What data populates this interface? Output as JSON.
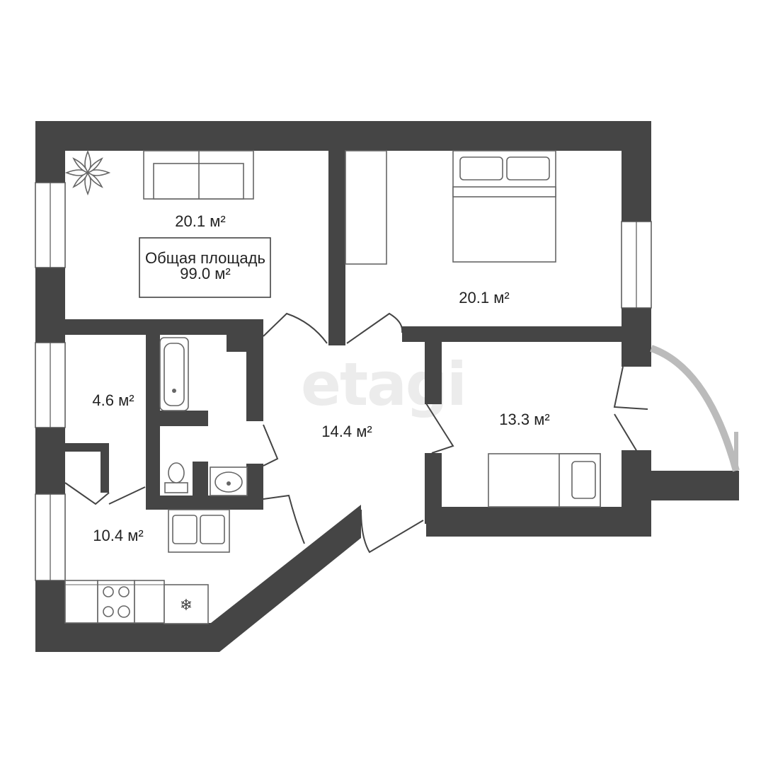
{
  "watermark": "etagi",
  "total_area": {
    "title": "Общая площадь",
    "value": "99.0 м²"
  },
  "rooms": {
    "living": "20.1 м²",
    "bedroom": "20.1 м²",
    "hall": "14.4 м²",
    "child_room": "13.3 м²",
    "storage": "4.6 м²",
    "kitchen": "10.4 м²"
  },
  "colors": {
    "wall": "#454545",
    "background": "#ffffff"
  }
}
